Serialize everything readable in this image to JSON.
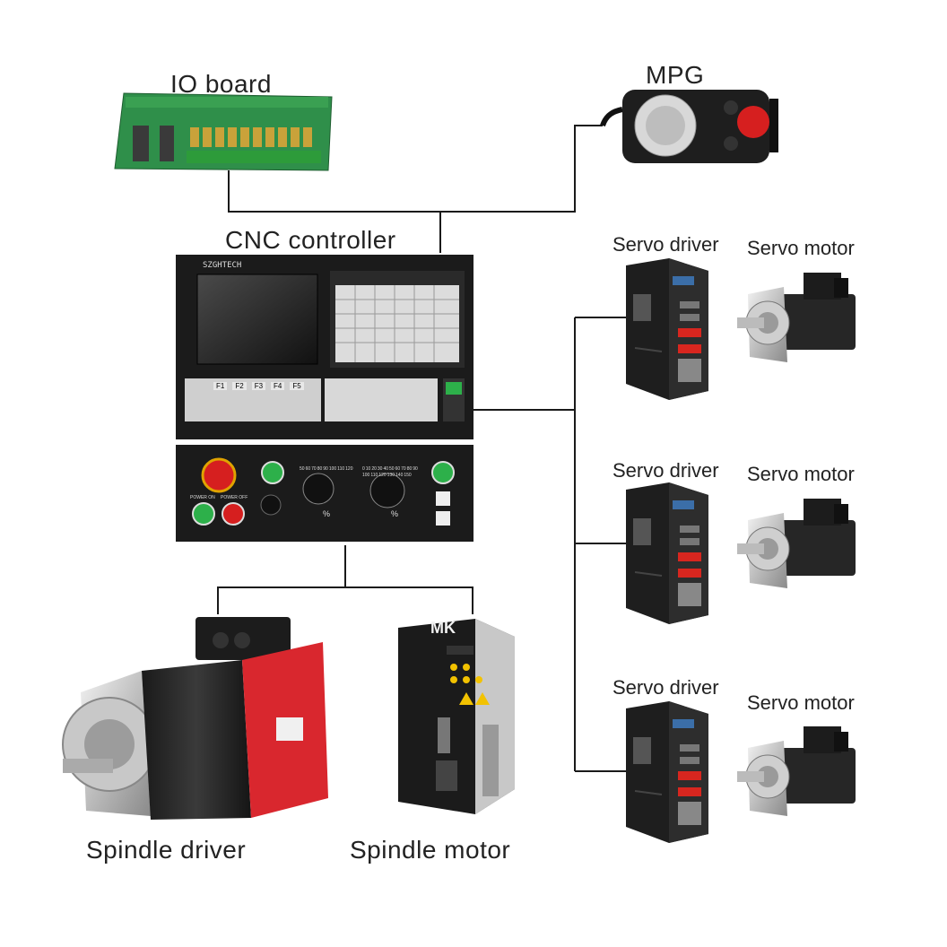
{
  "labels": {
    "io_board": "IO board",
    "mpg": "MPG",
    "cnc_controller": "CNC controller",
    "servo_driver": "Servo driver",
    "servo_motor": "Servo motor",
    "spindle_driver": "Spindle driver",
    "spindle_motor": "Spindle motor"
  },
  "controller": {
    "brand": "SZGHTECH",
    "fkeys": [
      "F1",
      "F2",
      "F3",
      "F4",
      "F5"
    ],
    "power_on": "POWER ON",
    "power_off": "POWER OFF",
    "dial_feed": [
      "50",
      "60",
      "70",
      "80",
      "90",
      "100",
      "110",
      "120"
    ],
    "dial_spindle": [
      "0",
      "10",
      "20",
      "30",
      "40",
      "50",
      "60",
      "70",
      "80",
      "90",
      "100",
      "110",
      "120",
      "130",
      "140",
      "150"
    ],
    "feed_symbol": "%",
    "spindle_symbol": "%"
  },
  "spindle_drive_brand": "MK",
  "colors": {
    "wire": "#1a1a1a",
    "panel": "#1b1b1b",
    "pcb_green": "#2f8f4a",
    "estop_red": "#d61f1f",
    "motor_red": "#d9272e"
  }
}
